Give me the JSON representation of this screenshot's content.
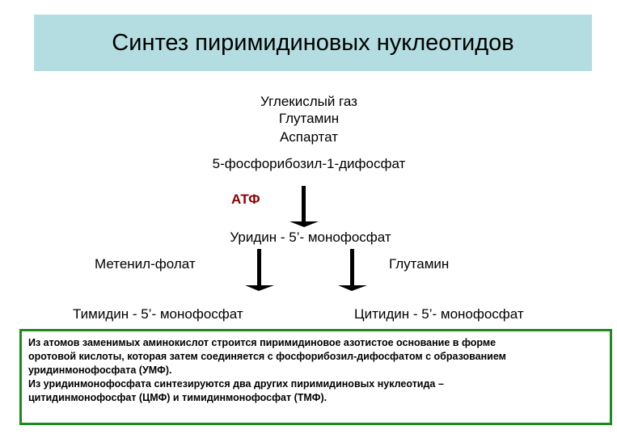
{
  "title": "Синтез пиримидиновых нуклеотидов",
  "substrates": [
    "Углекислый газ",
    "Глутамин",
    "Аспартат"
  ],
  "prpp": "5-фосфорибозил-1-дифосфат",
  "atp": "АТФ",
  "ump": "Уридин - 5’- монофосфат",
  "methenyl_folate": "Метенил-фолат",
  "glutamine_branch": "Глутамин",
  "tmp": "Тимидин - 5’- монофосфат",
  "cmp": "Цитидин - 5’- монофосфат",
  "note_lines": [
    "Из атомов заменимых аминокислот строится пиримидиновое азотистое основание в форме",
    "оротовой кислоты, которая затем соединяется с фосфорибозил-дифосфатом с образованием",
    "уридинмонофосфата (УМФ).",
    "Из уридинмонофосфата синтезируются два других пиримидиновых нуклеотида –",
    "цитидинмонофосфат (ЦМФ) и тимидинмонофосфат (ТМФ)."
  ],
  "colors": {
    "title_bg": "#b3dde0",
    "atp": "#8b0000",
    "box_border": "#1d8a1d"
  }
}
